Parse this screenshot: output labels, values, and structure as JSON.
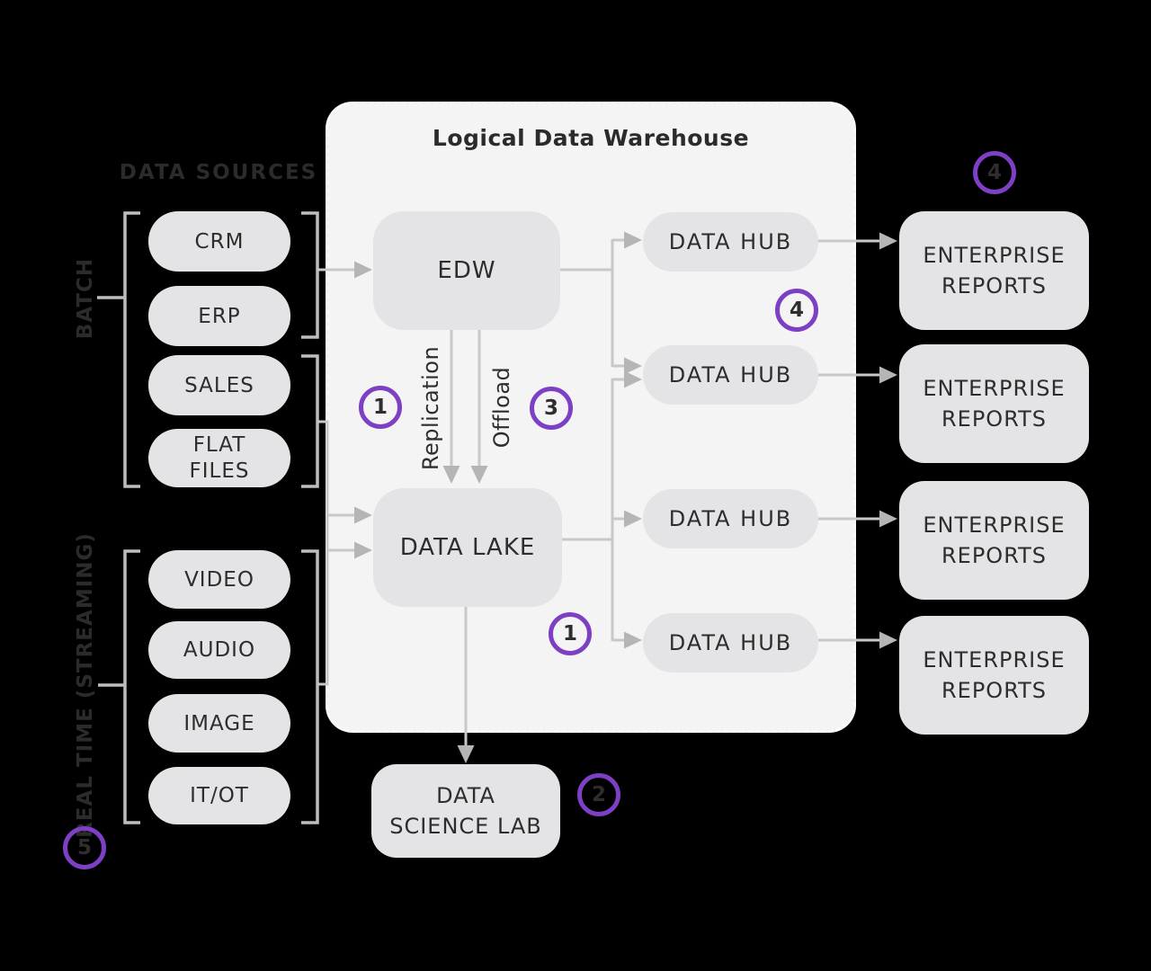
{
  "colors": {
    "accent": "#7d3fc4",
    "box_fill": "#e4e4e6",
    "panel_fill": "#f4f4f5",
    "line": "#c8c8c8",
    "bracket": "#bdbdbd",
    "arrow": "#b5b5b5",
    "text": "#2d2d2d"
  },
  "heading": "DATA SOURCES",
  "batch": {
    "label": "BATCH",
    "items": [
      "CRM",
      "ERP",
      "SALES",
      "FLAT FILES"
    ]
  },
  "realtime": {
    "label": "REAL TIME (STREAMING)",
    "items": [
      "VIDEO",
      "AUDIO",
      "IMAGE",
      "IT/OT"
    ]
  },
  "warehouse": {
    "title": "Logical Data Warehouse",
    "edw": "EDW",
    "data_lake": "DATA LAKE",
    "replication_label": "Replication",
    "offload_label": "Offload",
    "hubs": [
      "DATA HUB",
      "DATA HUB",
      "DATA HUB",
      "DATA HUB"
    ]
  },
  "reports": [
    "ENTERPRISE REPORTS",
    "ENTERPRISE REPORTS",
    "ENTERPRISE REPORTS",
    "ENTERPRISE REPORTS"
  ],
  "science_lab": {
    "line1": "DATA",
    "line2": "SCIENCE LAB"
  },
  "badges": [
    "1",
    "3",
    "4",
    "4",
    "1",
    "2",
    "5"
  ]
}
